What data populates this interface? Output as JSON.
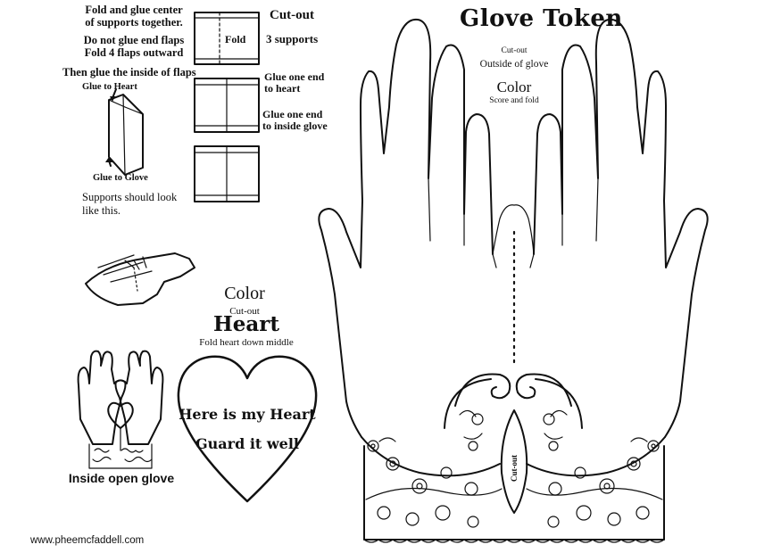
{
  "instructions": {
    "line1": "Fold and glue center",
    "line2": "of supports together.",
    "line3": "Do not glue end flaps",
    "line4": "Fold 4 flaps outward",
    "line5": "Then glue the inside of flaps",
    "glue_to_heart": "Glue to Heart",
    "glue_to_glove": "Glue to Glove",
    "supports_look_1": "Supports should look",
    "supports_look_2": "like this."
  },
  "supports": {
    "fold_label": "Fold",
    "cut_out": "Cut-out",
    "count": "3 supports",
    "glue_heart_1": "Glue one end",
    "glue_heart_2": "to heart",
    "glue_glove_1": "Glue one end",
    "glue_glove_2": "to inside glove"
  },
  "glove": {
    "title": "Glove Token",
    "cut_out": "Cut-out",
    "outside": "Outside of glove",
    "color": "Color",
    "score_fold": "Score and fold",
    "cuff_cut_out": "Cut-out"
  },
  "heart": {
    "color": "Color",
    "cut_out": "Cut-out",
    "title": "Heart",
    "fold_note": "Fold heart down middle",
    "line1": "Here is my Heart",
    "line2": "Guard it well"
  },
  "inside_glove_label": "Inside open glove",
  "footer": {
    "url": "www.pheemcfaddell.com"
  }
}
